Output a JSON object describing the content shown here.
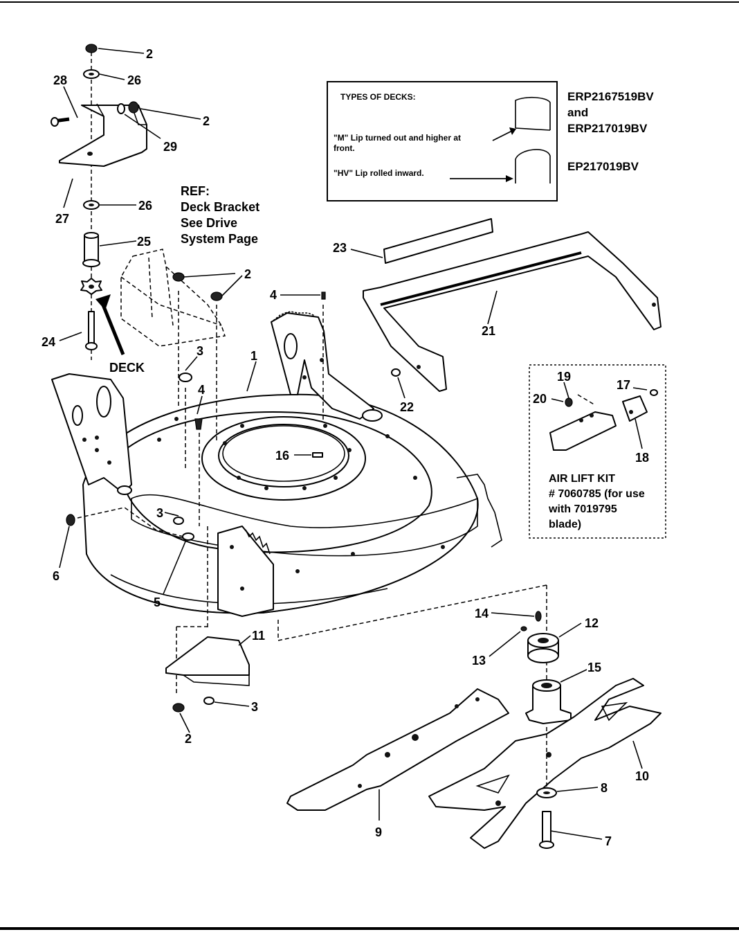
{
  "callouts": {
    "c1": "1",
    "c2a": "2",
    "c2b": "2",
    "c2c": "2",
    "c2d": "2",
    "c3a": "3",
    "c3b": "3",
    "c3c": "3",
    "c4a": "4",
    "c4b": "4",
    "c5": "5",
    "c6": "6",
    "c7": "7",
    "c8": "8",
    "c9": "9",
    "c10": "10",
    "c11": "11",
    "c12": "12",
    "c13": "13",
    "c14": "14",
    "c15": "15",
    "c16": "16",
    "c17": "17",
    "c18": "18",
    "c19": "19",
    "c20": "20",
    "c21": "21",
    "c22": "22",
    "c23": "23",
    "c24": "24",
    "c25": "25",
    "c26a": "26",
    "c26b": "26",
    "c27": "27",
    "c28": "28",
    "c29": "29"
  },
  "ref_note": {
    "line1": "REF:",
    "line2": "Deck Bracket",
    "line3": "See Drive",
    "line4": "System Page"
  },
  "deck_label": "DECK",
  "types_box": {
    "title": "TYPES OF DECKS:",
    "m_line1": "\"M\" Lip turned out and higher at",
    "m_line2": "front.",
    "hv_line": "\"HV\" Lip rolled inward."
  },
  "models": {
    "m1": "ERP2167519BV",
    "and": "and",
    "m2": "ERP217019BV",
    "m3": "EP217019BV"
  },
  "air_lift_kit": {
    "line1": "AIR LIFT KIT",
    "line2": "# 7060785 (for use",
    "line3": "with 7019795",
    "line4": "blade)"
  }
}
